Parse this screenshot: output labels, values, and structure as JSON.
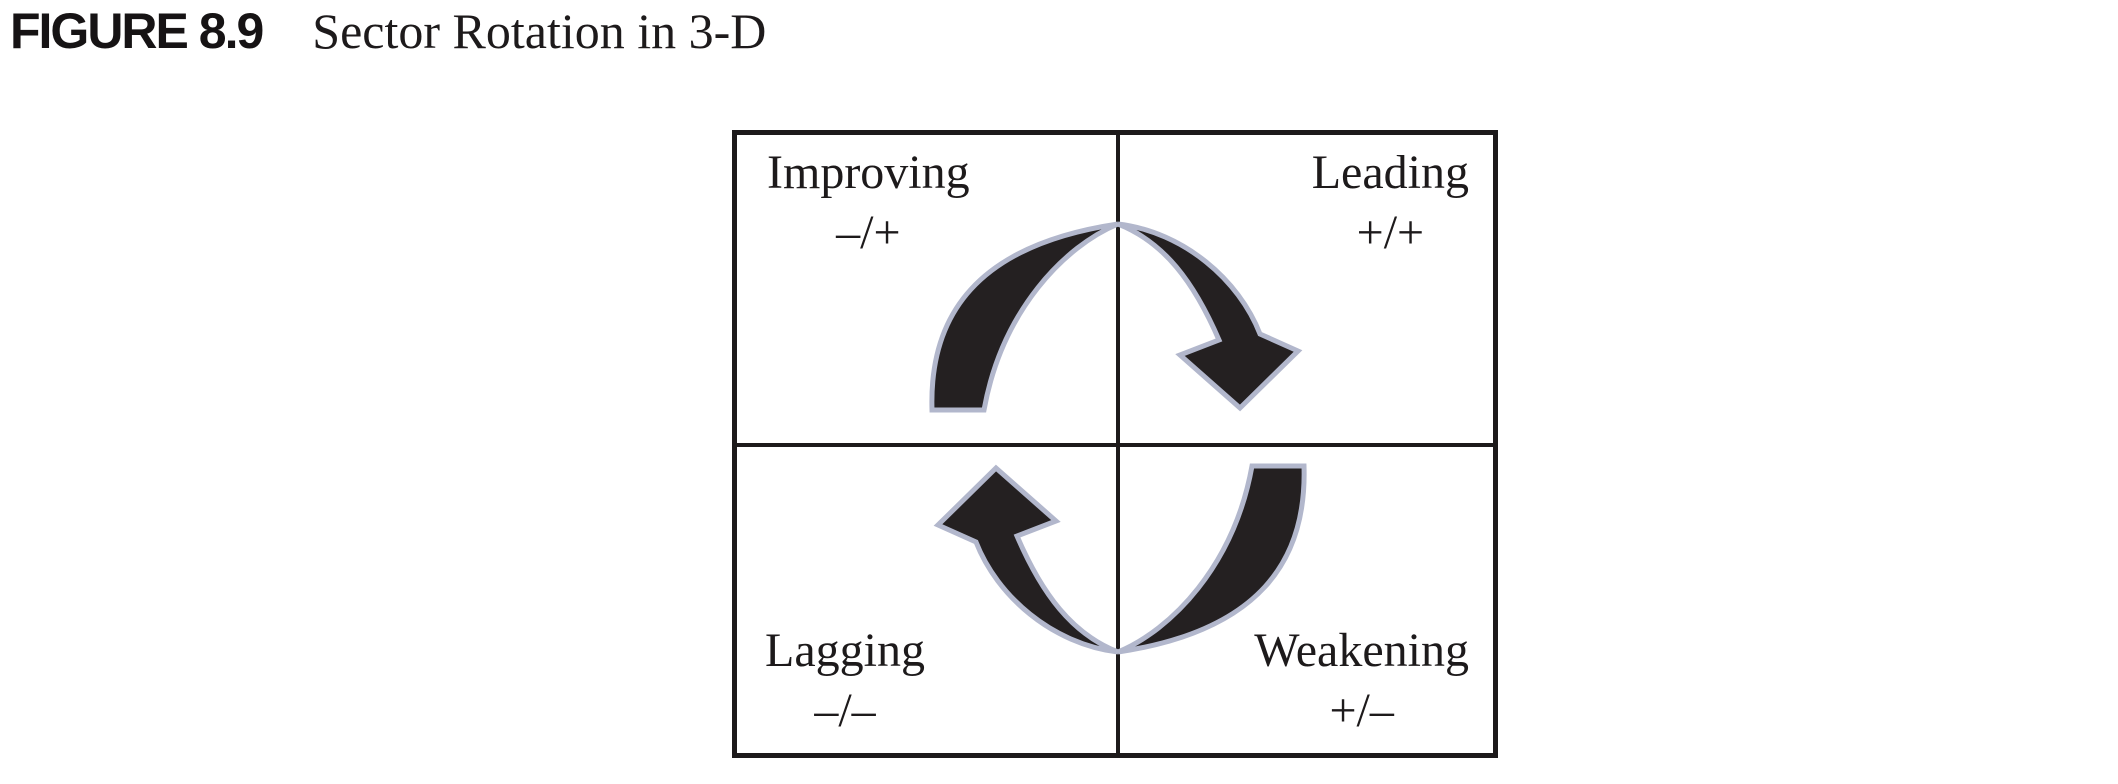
{
  "figure": {
    "label": "FIGURE 8.9",
    "title": "Sector Rotation in 3-D"
  },
  "quadrants": {
    "improving": {
      "name": "Improving",
      "signs": "–/+",
      "position": "top-left"
    },
    "leading": {
      "name": "Leading",
      "signs": "+/+",
      "position": "top-right"
    },
    "lagging": {
      "name": "Lagging",
      "signs": "–/–",
      "position": "bottom-left"
    },
    "weakening": {
      "name": "Weakening",
      "signs": "+/–",
      "position": "bottom-right"
    }
  },
  "diagram": {
    "type": "quadrant-cycle",
    "rotation_direction": "clockwise",
    "arrows": [
      {
        "name": "improving-to-leading",
        "from": "Improving",
        "to": "Leading",
        "head_direction": "down"
      },
      {
        "name": "weakening-to-lagging",
        "from": "Weakening",
        "to": "Lagging",
        "head_direction": "up"
      }
    ]
  },
  "colors": {
    "background": "#ffffff",
    "ink": "#1d1a1b",
    "arrow_fill": "#242021",
    "arrow_outline": "#b2b7cc"
  }
}
